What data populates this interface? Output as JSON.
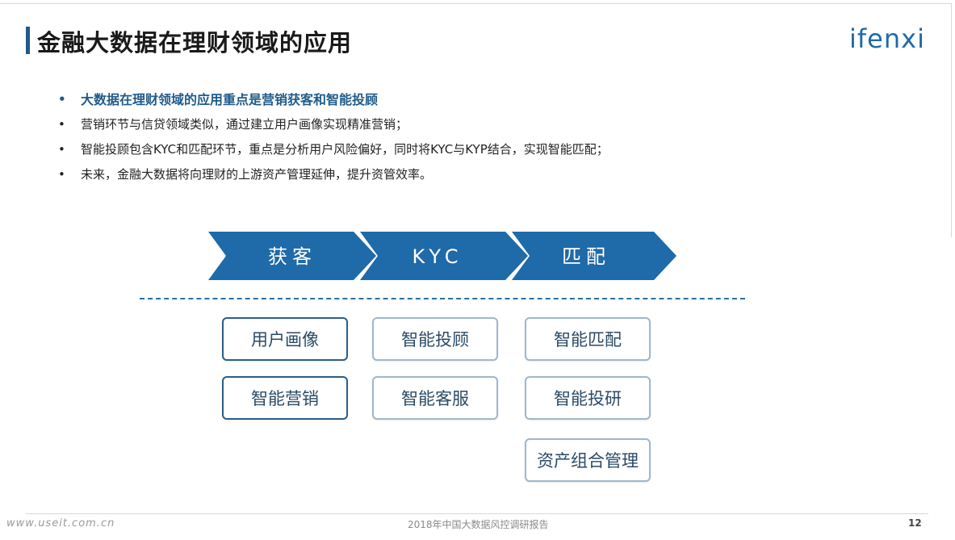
{
  "slide": {
    "title": "金融大数据在理财领域的应用",
    "logo": "ifenxi"
  },
  "bullets": [
    {
      "text": "大数据在理财领域的应用重点是营销获客和智能投顾",
      "emphasis": true
    },
    {
      "text": "营销环节与信贷领域类似，通过建立用户画像实现精准营销；",
      "emphasis": false
    },
    {
      "text": "智能投顾包含KYC和匹配环节，重点是分析用户风险偏好，同时将KYC与KYP结合，实现智能匹配；",
      "emphasis": false
    },
    {
      "text": "未来，金融大数据将向理财的上游资产管理延伸，提升资管效率。",
      "emphasis": false
    }
  ],
  "bullet_symbol": "•",
  "process_steps": [
    "获客",
    "KYC",
    "匹配"
  ],
  "columns": [
    [
      "用户画像",
      "智能营销"
    ],
    [
      "智能投顾",
      "智能客服"
    ],
    [
      "智能匹配",
      "智能投研",
      "资产组合管理"
    ]
  ],
  "footer": {
    "watermark": "www.useit.com.cn",
    "source": "2018年中国大数据风控调研报告",
    "page_number": "12"
  },
  "colors": {
    "primary": "#1f5b8a",
    "chevron": "#1f6aa8",
    "box_border": "#9fb7cc"
  }
}
